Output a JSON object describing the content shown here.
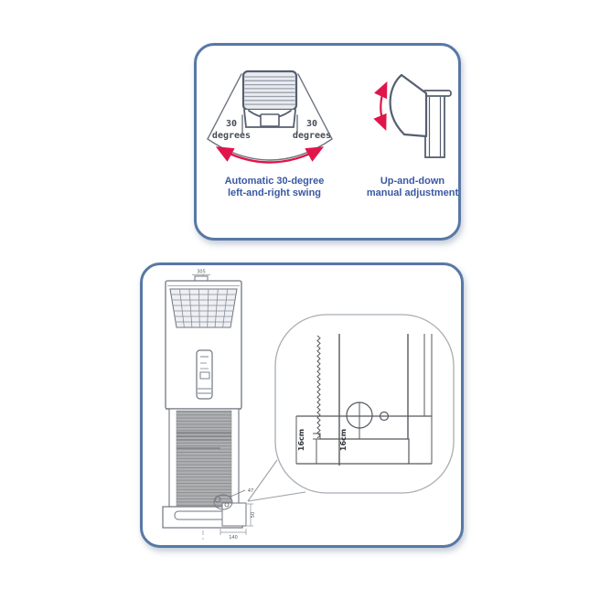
{
  "top_panel": {
    "swing": {
      "left_angle": "30",
      "left_unit": "degrees",
      "right_angle": "30",
      "right_unit": "degrees",
      "caption_line1": "Automatic 30-degree",
      "caption_line2": "left-and-right swing"
    },
    "tilt": {
      "caption_line1": "Up-and-down",
      "caption_line2": "manual adjustment"
    }
  },
  "bottom_panel": {
    "dimensions": {
      "top_width": "305",
      "detail_ref": "47",
      "base_height": "50",
      "base_width": "140"
    },
    "callout": {
      "dim_left": "16cm",
      "dim_right": "16cm"
    }
  },
  "colors": {
    "panel_border": "#5878a5",
    "caption_blue": "#3a58a3",
    "arrow_red": "#e0164a",
    "line_gray": "#6f7780"
  }
}
